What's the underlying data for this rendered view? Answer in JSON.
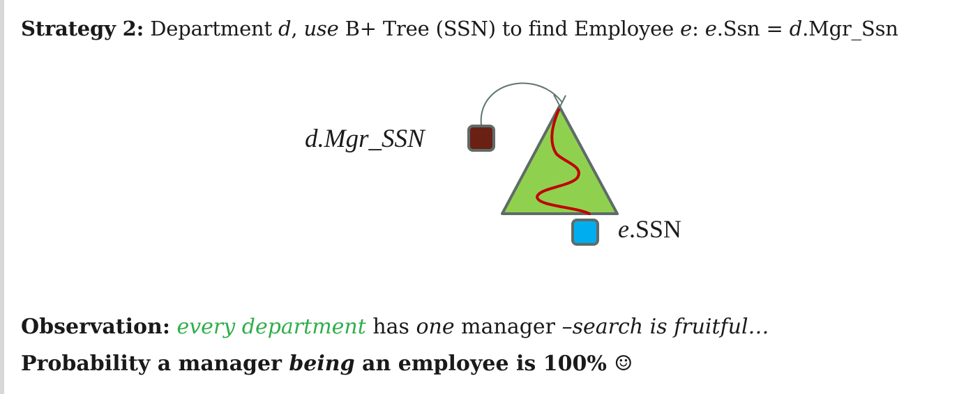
{
  "heading": {
    "label": "Strategy 2:",
    "part1": "Department",
    "d1": "d",
    "comma": ",",
    "use": "use",
    "part2": "B+ Tree (SSN) to find Employee",
    "e1": "e",
    "colon": ":",
    "e2": "e",
    "eq": ".Ssn =",
    "d2": "d",
    "tail": ".Mgr_Ssn"
  },
  "diagram": {
    "mgr_label": "d.Mgr_SSN",
    "ssn_var": "e",
    "ssn_rest": ".SSN",
    "colors": {
      "tree_fill": "#8fd14f",
      "tree_stroke": "#5f6b68",
      "search_path": "#c00000",
      "mgr_box": "#6b2014",
      "ssn_box": "#00aeef",
      "arrow": "#5f7570"
    }
  },
  "observation": {
    "label": "Observation:",
    "green": "every department",
    "has": "has",
    "one": "one",
    "manager": "manager",
    "tail": "–search is fruitful…"
  },
  "probability": {
    "part1": "Probability a manager",
    "being": "being",
    "part2": "an employee is 100%",
    "smiley": "☺"
  }
}
